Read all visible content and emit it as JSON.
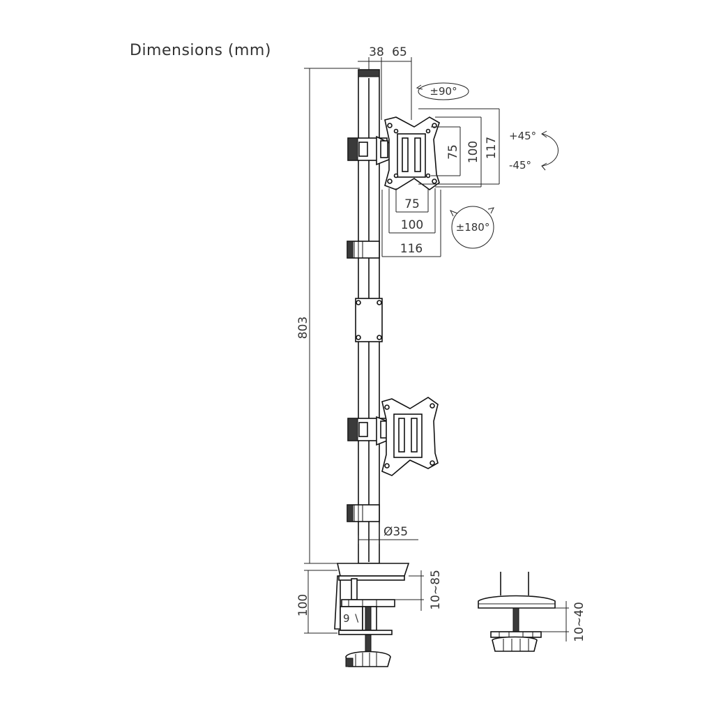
{
  "title": "Dimensions (mm)",
  "dimensions": {
    "top_left_offset": "38",
    "top_right_offset": "65",
    "height_total": "803",
    "rotate_top": "±90°",
    "tilt_up": "+45°",
    "tilt_down": "-45°",
    "swivel": "±180°",
    "vesa_v_75": "75",
    "vesa_v_100": "100",
    "plate_v_117": "117",
    "vesa_h_75": "75",
    "vesa_h_100": "100",
    "plate_h_116": "116",
    "pole_diameter": "Ø35",
    "clamp_height": "100",
    "clamp_range": "10~85",
    "grommet_range": "10~40"
  }
}
